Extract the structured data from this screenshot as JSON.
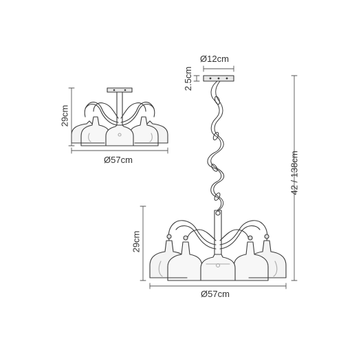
{
  "colors": {
    "line": "#3a3a3a",
    "dimension": "#555555",
    "text": "#333333",
    "background": "#ffffff"
  },
  "flush_view": {
    "height_label": "29cm",
    "diameter_label": "Ø57cm"
  },
  "pendant_view": {
    "canopy_diameter_label": "Ø12cm",
    "canopy_height_label": "2.5cm",
    "overall_drop_label": "42 / 138cm",
    "body_height_label": "29cm",
    "diameter_label": "Ø57cm"
  }
}
